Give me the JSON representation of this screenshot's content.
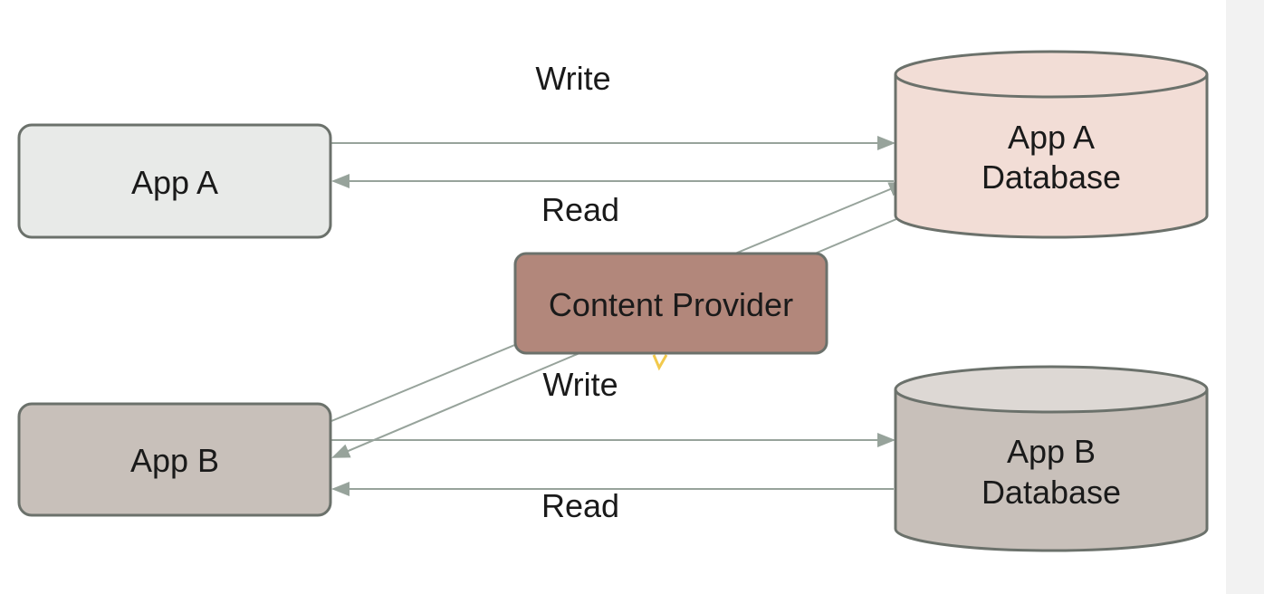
{
  "nodes": {
    "app_a": {
      "label": "App A",
      "fill": "#e8eae8"
    },
    "app_b": {
      "label": "App B",
      "fill": "#c8c0ba"
    },
    "content_provider": {
      "label": "Content Provider",
      "fill": "#b2877b"
    },
    "db_a": {
      "label_line1": "App A",
      "label_line2": "Database",
      "fill": "#f2ddd6",
      "top_fill": "#f2ddd6"
    },
    "db_b": {
      "label_line1": "App B",
      "label_line2": "Database",
      "fill": "#c8c0ba",
      "top_fill": "#ddd8d4"
    }
  },
  "edges": {
    "a_write": "Write",
    "a_read": "Read",
    "b_write": "Write",
    "b_read": "Read"
  },
  "colors": {
    "stroke": "#6b716b",
    "arrow": "#97a39b",
    "highlight": "#f2c94c"
  }
}
